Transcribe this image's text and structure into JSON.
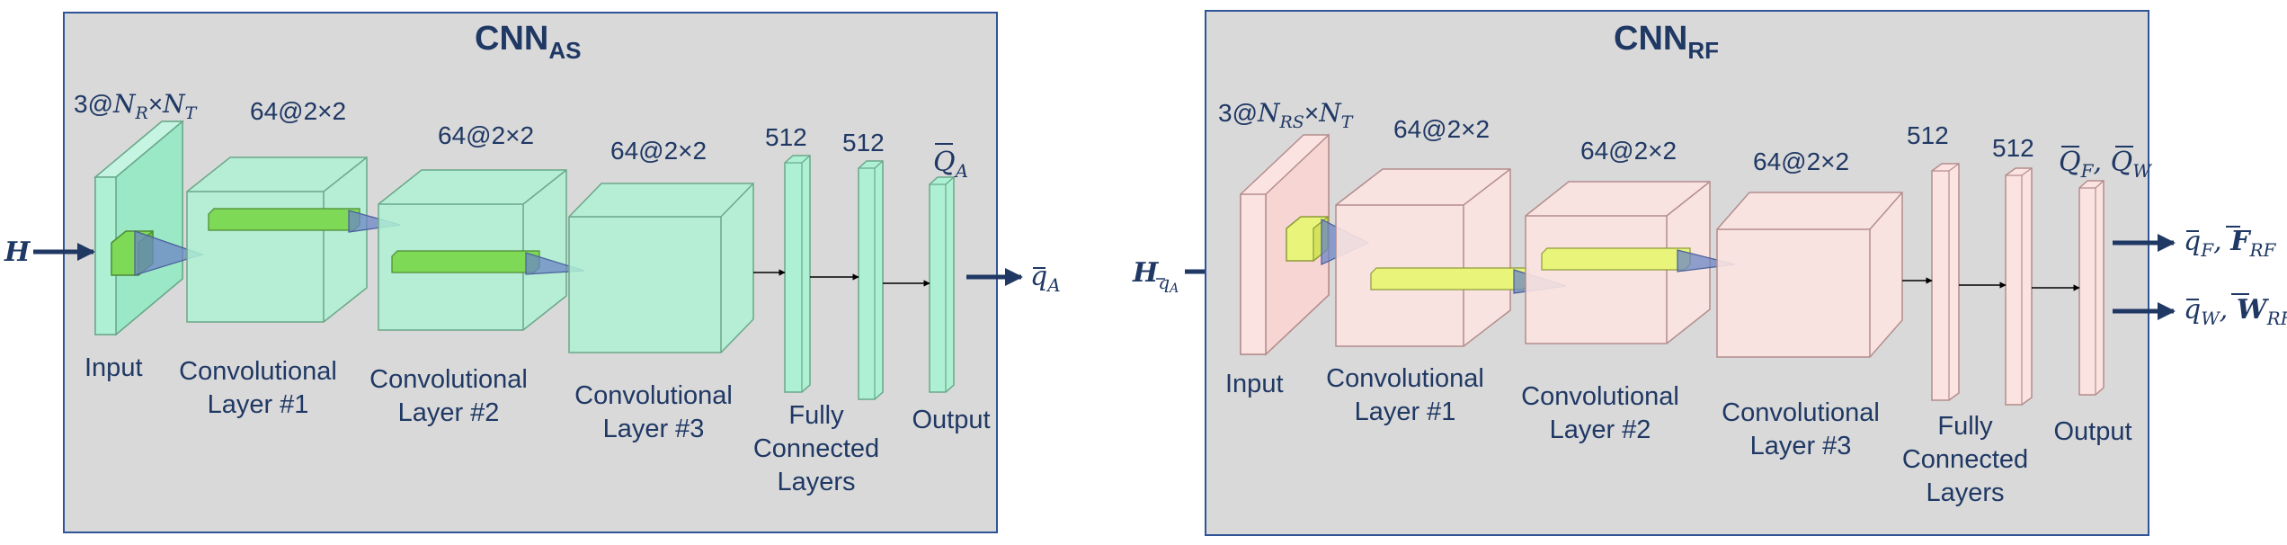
{
  "cnn_as": {
    "title_main": "CNN",
    "title_sub": "AS",
    "input_dim_prefix": "3@",
    "input_dim_n": "N",
    "input_dim_r": "R",
    "input_dim_x": "×",
    "input_dim_t": "T",
    "conv1_dim": "64@2×2",
    "conv2_dim": "64@2×2",
    "conv3_dim": "64@2×2",
    "fc1_dim": "512",
    "fc2_dim": "512",
    "output_dim_q": "Q",
    "output_dim_sub": "A",
    "input_label": "Input",
    "conv1_label_1": "Convolutional",
    "conv1_label_2": "Layer #1",
    "conv2_label_1": "Convolutional",
    "conv2_label_2": "Layer #2",
    "conv3_label_1": "Convolutional",
    "conv3_label_2": "Layer #3",
    "fc_label_1": "Fully",
    "fc_label_2": "Connected",
    "fc_label_3": "Layers",
    "output_label": "Output",
    "in_signal": "H",
    "out_signal_q": "q",
    "out_signal_sub": "A"
  },
  "cnn_rf": {
    "title_main": "CNN",
    "title_sub": "RF",
    "input_dim_prefix": "3@",
    "input_dim_n": "N",
    "input_dim_rs": "RS",
    "input_dim_x": "×",
    "input_dim_t": "T",
    "conv1_dim": "64@2×2",
    "conv2_dim": "64@2×2",
    "conv3_dim": "64@2×2",
    "fc1_dim": "512",
    "fc2_dim": "512",
    "output_dim_q1": "Q",
    "output_dim_sub1": "F",
    "output_dim_sep": ", ",
    "output_dim_q2": "Q",
    "output_dim_sub2": "W",
    "input_label": "Input",
    "conv1_label_1": "Convolutional",
    "conv1_label_2": "Layer #1",
    "conv2_label_1": "Convolutional",
    "conv2_label_2": "Layer #2",
    "conv3_label_1": "Convolutional",
    "conv3_label_2": "Layer #3",
    "fc_label_1": "Fully",
    "fc_label_2": "Connected",
    "fc_label_3": "Layers",
    "output_label": "Output",
    "in_signal_h": "H",
    "in_signal_q": "q",
    "in_signal_sub": "A",
    "out1_q": "q",
    "out1_qsub": "F",
    "out1_sep": ", ",
    "out1_f": "F",
    "out1_fsub": "RF",
    "out2_q": "q",
    "out2_qsub": "W",
    "out2_sep": ", ",
    "out2_w": "W",
    "out2_wsub": "RF"
  },
  "colors": {
    "panel_fill": "#d9d9d9",
    "panel_border": "#2f5597",
    "text": "#1f3864",
    "as_box": "#aef0d4",
    "rf_box": "#fbe3e1",
    "kernel_green": "#7ed957",
    "kernel_yellow": "#e8f57a",
    "cone": "#6c85c4",
    "arrow": "#1f3864"
  }
}
